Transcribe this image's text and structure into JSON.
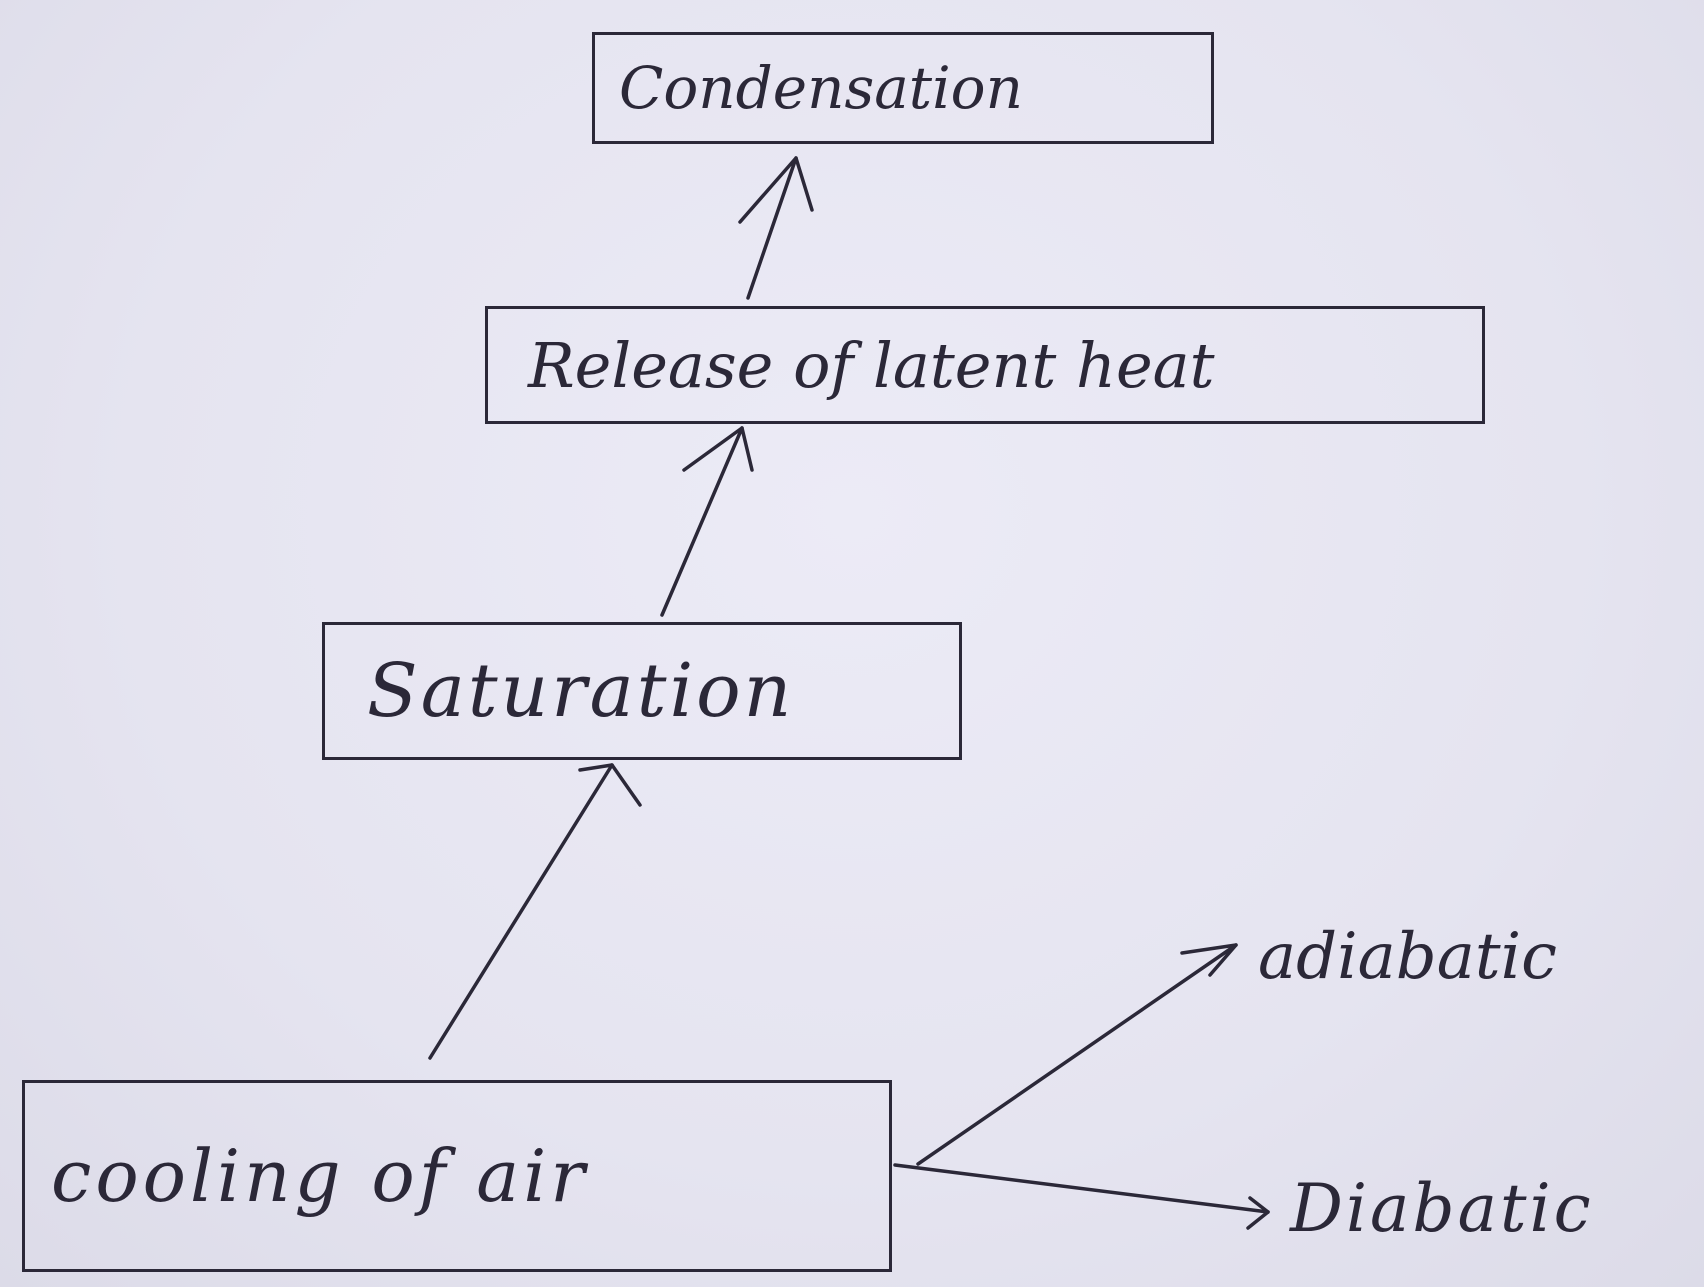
{
  "diagram": {
    "nodes": [
      {
        "id": "condensation",
        "label": "Condensation"
      },
      {
        "id": "latent",
        "label": "Release of latent heat"
      },
      {
        "id": "saturation",
        "label": "Saturation"
      },
      {
        "id": "cooling",
        "label": "cooling of air"
      }
    ],
    "branches": [
      {
        "id": "adiabatic",
        "label": "adiabatic"
      },
      {
        "id": "diabatic",
        "label": "Diabatic"
      }
    ],
    "edges": [
      {
        "from": "cooling",
        "to": "saturation"
      },
      {
        "from": "saturation",
        "to": "latent"
      },
      {
        "from": "latent",
        "to": "condensation"
      },
      {
        "from": "cooling",
        "to": "adiabatic"
      },
      {
        "from": "cooling",
        "to": "diabatic"
      }
    ],
    "ink_color": "#2b2838",
    "paper_color": "#e6e5f1"
  }
}
